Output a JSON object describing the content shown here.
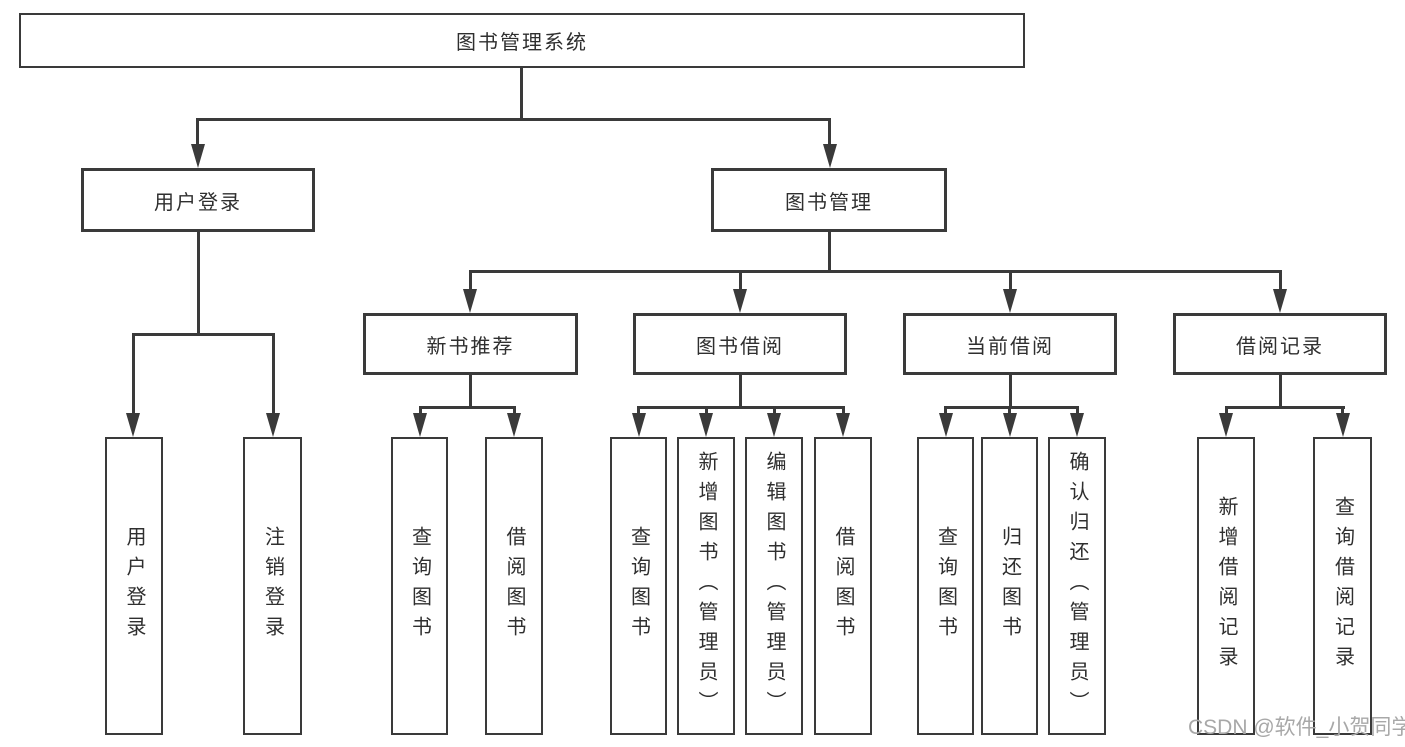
{
  "nodes": {
    "root": "图书管理系统",
    "user_login": "用户登录",
    "book_mgmt": "图书管理",
    "new_books": "新书推荐",
    "book_borrow": "图书借阅",
    "current_borrow": "当前借阅",
    "borrow_records": "借阅记录",
    "ul_login": "用户登录",
    "ul_logout": "注销登录",
    "nb_query": "查询图书",
    "nb_borrow": "借阅图书",
    "bb_query": "查询图书",
    "bb_add": "新增图书（管理员）",
    "bb_edit": "编辑图书（管理员）",
    "bb_borrow": "借阅图书",
    "cb_query": "查询图书",
    "cb_return": "归还图书",
    "cb_confirm": "确认归还（管理员）",
    "br_add": "新增借阅记录",
    "br_query": "查询借阅记录"
  },
  "hierarchy": {
    "图书管理系统": {
      "用户登录": [
        "用户登录",
        "注销登录"
      ],
      "图书管理": {
        "新书推荐": [
          "查询图书",
          "借阅图书"
        ],
        "图书借阅": [
          "查询图书",
          "新增图书（管理员）",
          "编辑图书（管理员）",
          "借阅图书"
        ],
        "当前借阅": [
          "查询图书",
          "归还图书",
          "确认归还（管理员）"
        ],
        "借阅记录": [
          "新增借阅记录",
          "查询借阅记录"
        ]
      }
    }
  },
  "watermark": "CSDN @软件_小贺同学",
  "colors": {
    "line": "#3a3a3a",
    "text": "#2f2f2f",
    "watermark": "#a8a8a8",
    "background": "#ffffff"
  }
}
